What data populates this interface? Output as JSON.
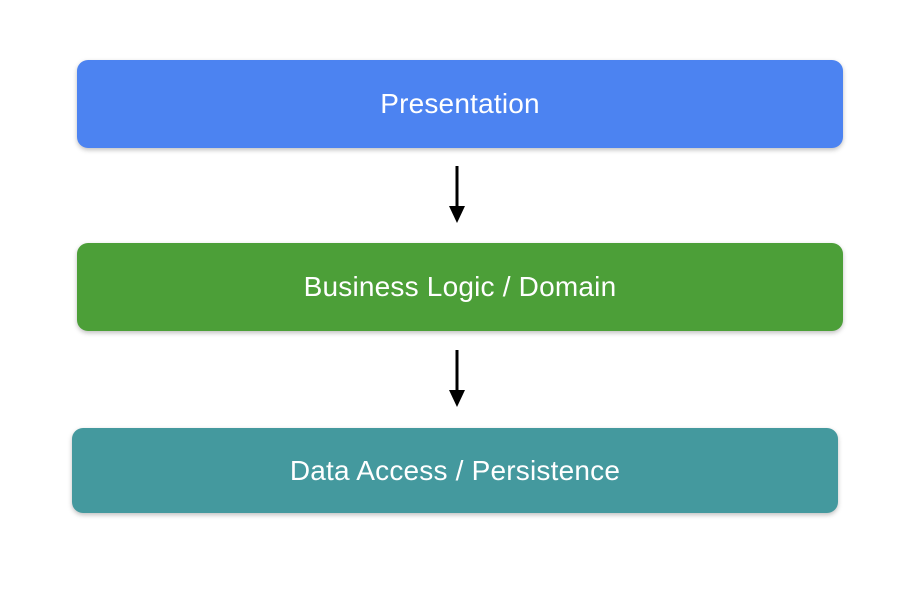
{
  "diagram": {
    "background": "#ffffff",
    "text_color": "#ffffff",
    "arrow_color": "#000000",
    "layers": [
      {
        "label": "Presentation",
        "color": "#4C83F1"
      },
      {
        "label": "Business Logic / Domain",
        "color": "#4C9F38"
      },
      {
        "label": "Data Access / Persistence",
        "color": "#44999E"
      }
    ]
  }
}
